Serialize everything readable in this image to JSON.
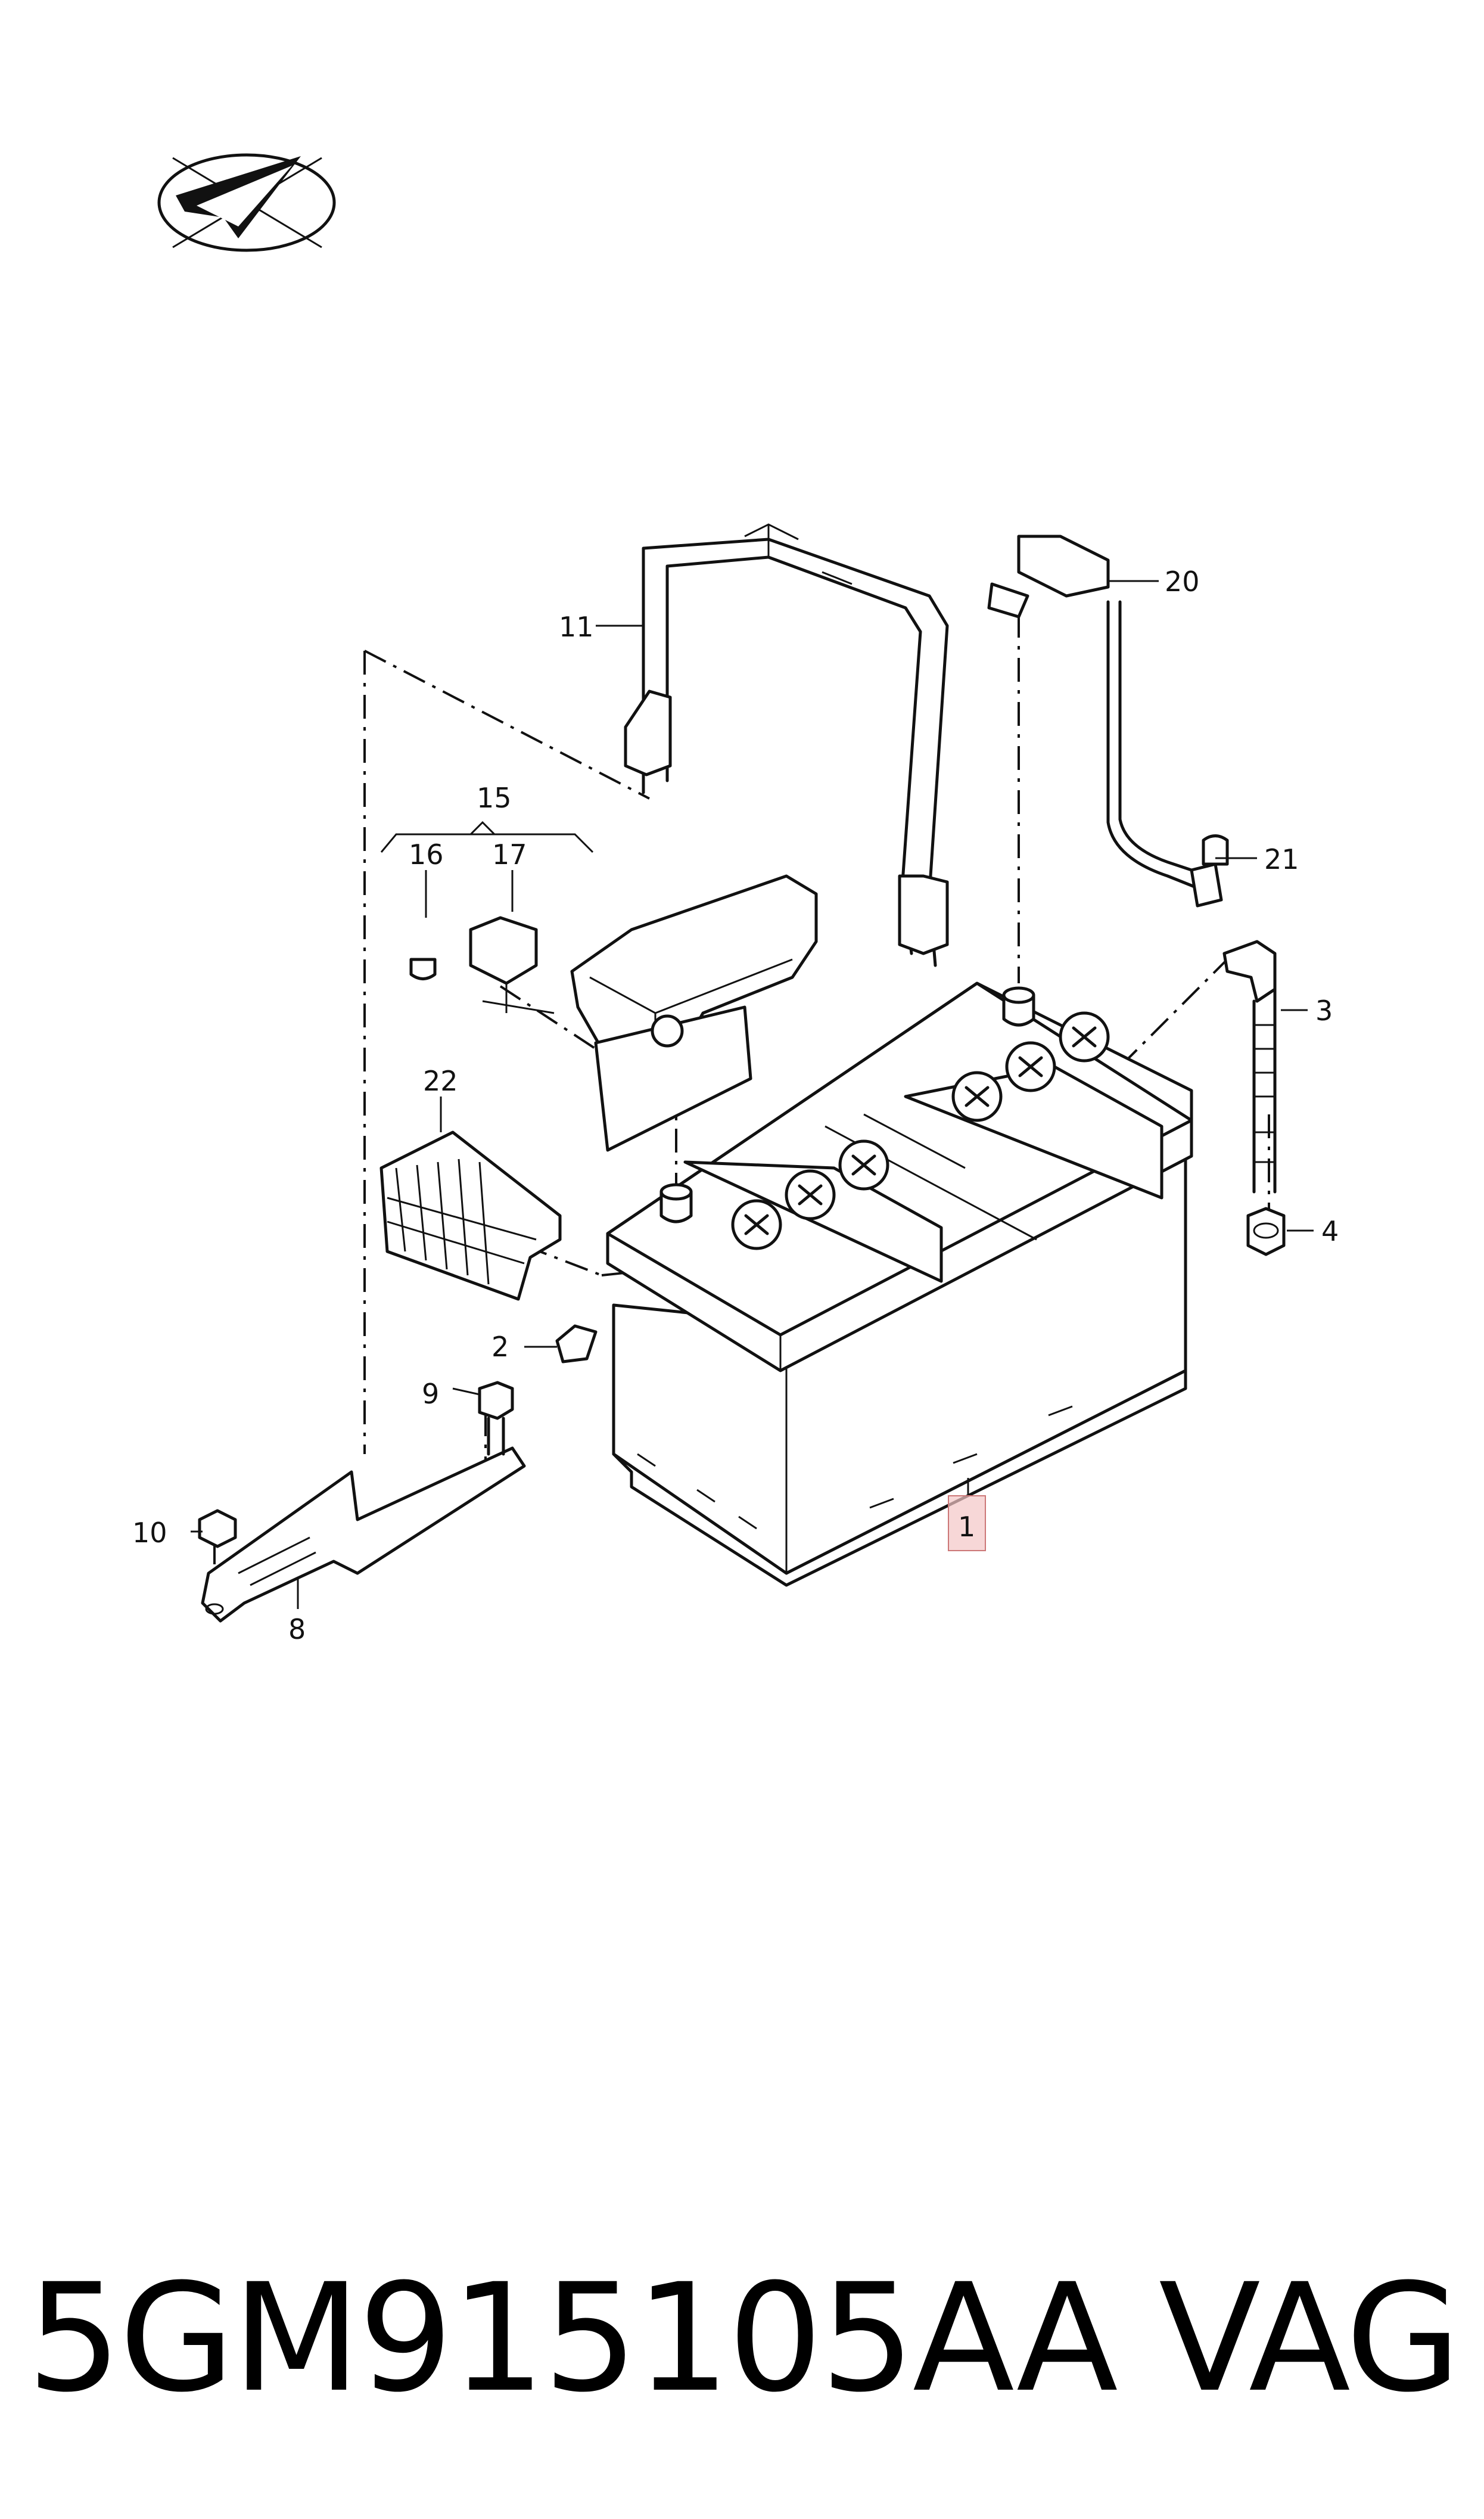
{
  "callouts": [
    {
      "id": "c1",
      "text": "1",
      "highlight": "#f4c6c6"
    },
    {
      "id": "c2",
      "text": "2"
    },
    {
      "id": "c3",
      "text": "3"
    },
    {
      "id": "c4",
      "text": "4"
    },
    {
      "id": "c8",
      "text": "8"
    },
    {
      "id": "c9",
      "text": "9"
    },
    {
      "id": "c10",
      "text": "10"
    },
    {
      "id": "c11",
      "text": "11"
    },
    {
      "id": "c15",
      "text": "15"
    },
    {
      "id": "c16",
      "text": "16"
    },
    {
      "id": "c17",
      "text": "17"
    },
    {
      "id": "c20",
      "text": "20"
    },
    {
      "id": "c21",
      "text": "21"
    },
    {
      "id": "c22",
      "text": "22"
    }
  ],
  "footer": {
    "part_number": "5GM915105AA",
    "brand": "VAG"
  },
  "icons": {
    "logo": "check-mark-ellipse-logo"
  }
}
